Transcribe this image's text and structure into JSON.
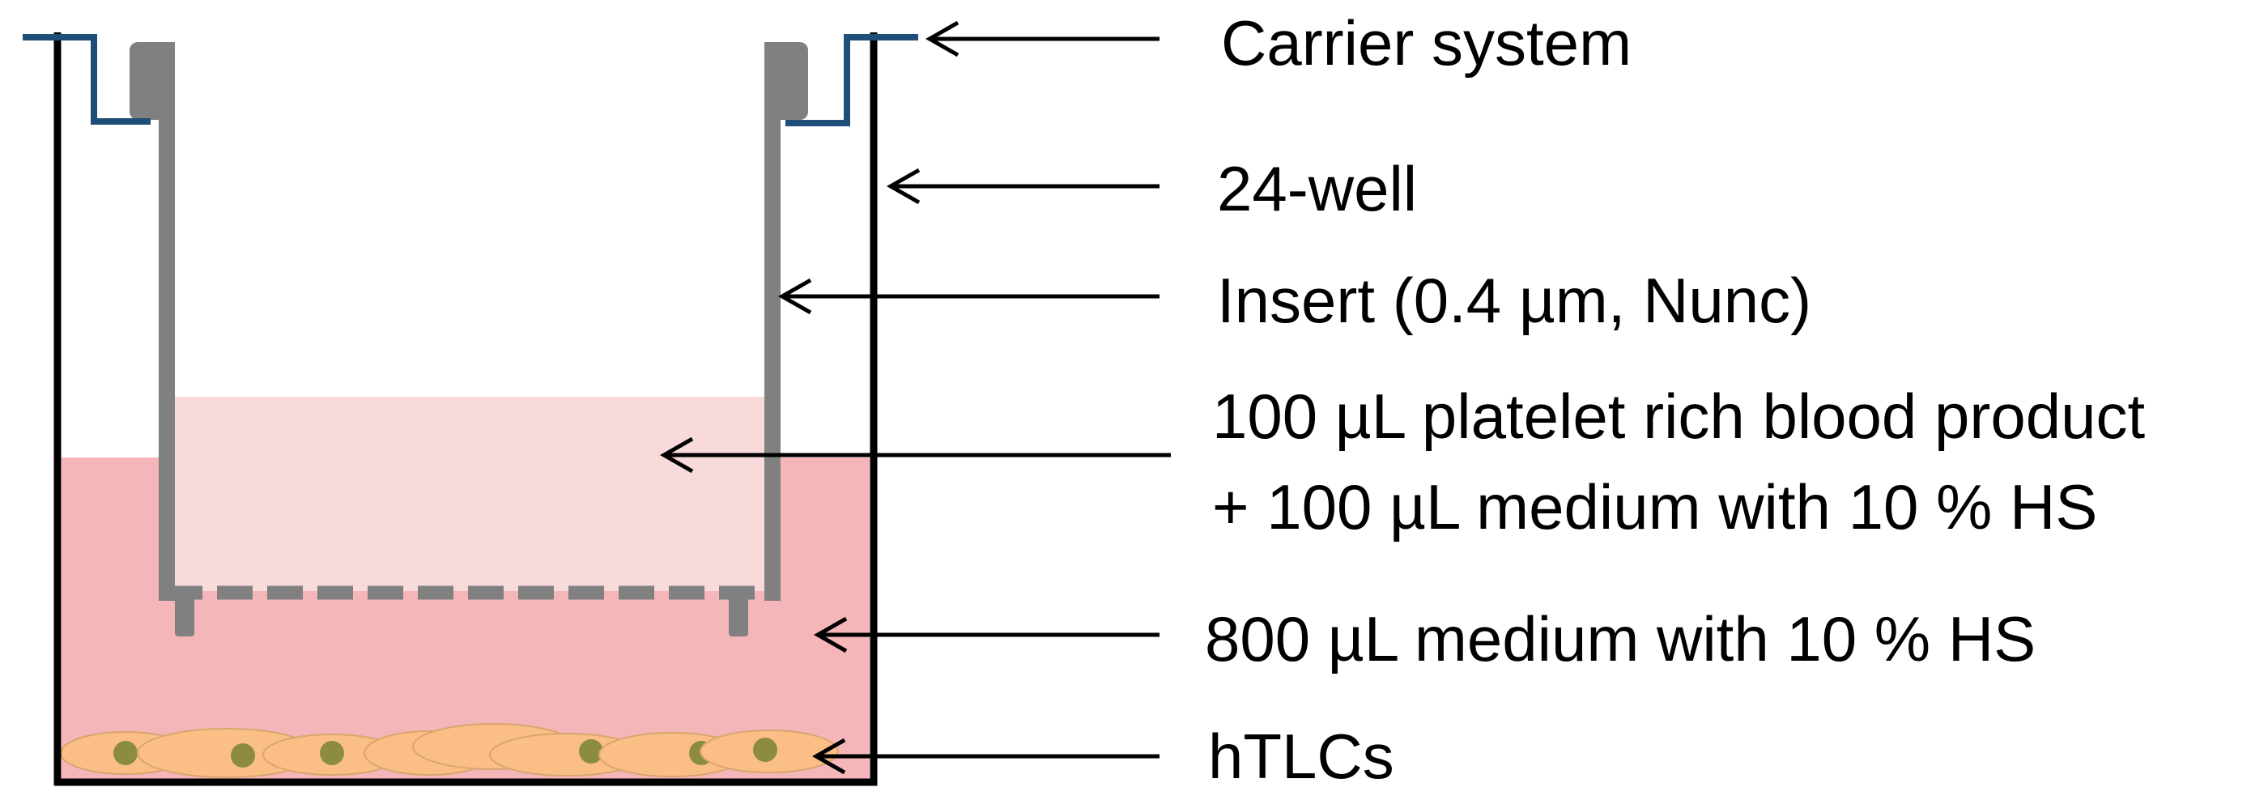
{
  "labels": {
    "carrier": "Carrier system",
    "well": "24-well",
    "insert": "Insert (0.4 µm, Nunc)",
    "insert_fill_line1": "100 µL platelet rich blood product",
    "insert_fill_line2": "+ 100 µL medium with 10 % HS",
    "well_medium": "800 µL medium with 10 % HS",
    "cells": "hTLCs"
  },
  "colors": {
    "well_outline": "#000000",
    "carrier": "#1f4e79",
    "insert_wall": "#808080",
    "membrane": "#808080",
    "well_medium": "#f4b6b8",
    "insert_medium": "#f8dadb",
    "cell_body": "#fbbf86",
    "cell_outline": "#d9a66f",
    "cell_nucleus": "#8c8c40",
    "arrow": "#000000"
  }
}
